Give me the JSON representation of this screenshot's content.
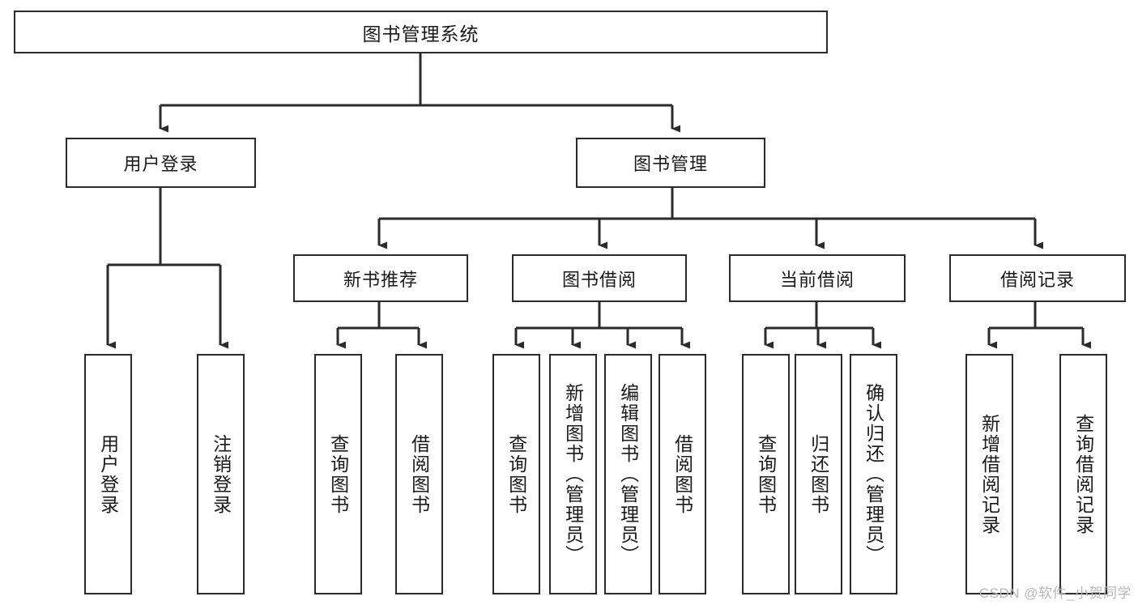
{
  "diagram": {
    "type": "tree-hierarchy",
    "title": "图书管理系统",
    "watermark": "CSDN @软件_小贺同学",
    "colors": {
      "box_border": "#2b2b2b",
      "box_fill": "#ffffff",
      "connector": "#2b2b2b",
      "text": "#1a1a1a",
      "watermark": "#b8b8b8"
    },
    "levels": {
      "root": {
        "label": "图书管理系统"
      },
      "level2": [
        {
          "label": "用户登录"
        },
        {
          "label": "图书管理"
        }
      ],
      "level3": [
        {
          "label": "新书推荐"
        },
        {
          "label": "图书借阅"
        },
        {
          "label": "当前借阅"
        },
        {
          "label": "借阅记录"
        }
      ],
      "leaves_user_login": [
        {
          "label": "用户登录"
        },
        {
          "label": "注销登录"
        }
      ],
      "leaves_new_books": [
        {
          "label": "查询图书"
        },
        {
          "label": "借阅图书"
        }
      ],
      "leaves_borrow": [
        {
          "label": "查询图书"
        },
        {
          "label": "新增图书（管理员）"
        },
        {
          "label": "编辑图书（管理员）"
        },
        {
          "label": "借阅图书"
        }
      ],
      "leaves_current": [
        {
          "label": "查询图书"
        },
        {
          "label": "归还图书"
        },
        {
          "label": "确认归还（管理员）"
        }
      ],
      "leaves_records": [
        {
          "label": "新增借阅记录"
        },
        {
          "label": "查询借阅记录"
        }
      ]
    }
  }
}
